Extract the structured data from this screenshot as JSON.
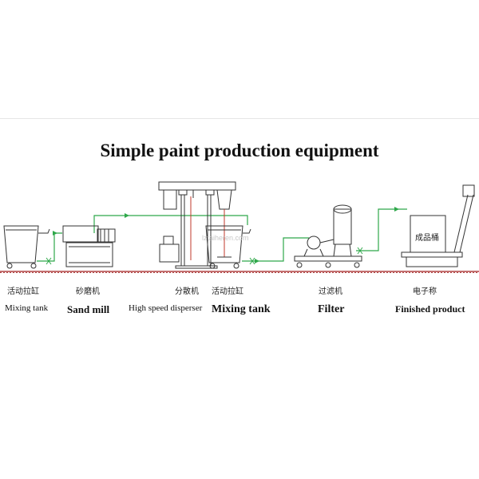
{
  "title": "Simple paint production equipment",
  "watermark": "lztaiheren.com",
  "tank_label": "成品桶",
  "stations": [
    {
      "cn": "活动拉缸",
      "en": "Mixing tank"
    },
    {
      "cn": "砂磨机",
      "en": "Sand mill"
    },
    {
      "cn": "分散机",
      "en": "High speed disperser"
    },
    {
      "cn": "活动拉缸",
      "en": "Mixing tank"
    },
    {
      "cn": "过滤机",
      "en": "Filter"
    },
    {
      "cn": "电子称",
      "en": "Finished product"
    }
  ],
  "colors": {
    "line": "#333333",
    "pipe": "#2ea84a",
    "floor": "#b04040",
    "red_shaft": "#c0392b"
  }
}
